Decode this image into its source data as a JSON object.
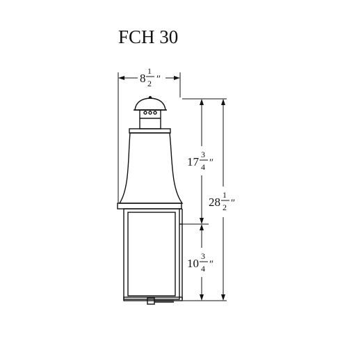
{
  "title": "FCH 30",
  "dimensions": {
    "width": {
      "whole": "8",
      "num": "1",
      "den": "2",
      "unit": "″"
    },
    "upper_height": {
      "whole": "17",
      "num": "3",
      "den": "4",
      "unit": "″"
    },
    "total_height": {
      "whole": "28",
      "num": "1",
      "den": "2",
      "unit": "″"
    },
    "lower_height": {
      "whole": "10",
      "num": "3",
      "den": "4",
      "unit": "″"
    }
  }
}
